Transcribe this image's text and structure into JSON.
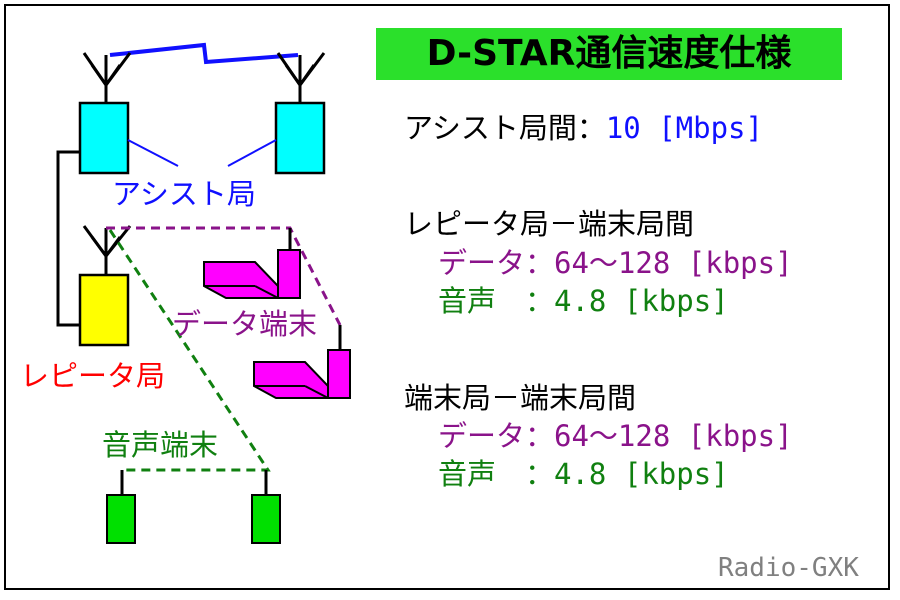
{
  "title": "D-STAR通信速度仕様",
  "labels": {
    "assist_station": "アシスト局",
    "repeater_station": "レピータ局",
    "data_terminal": "データ端末",
    "voice_terminal": "音声端末"
  },
  "specs": {
    "assist": {
      "label": "アシスト局間：",
      "value": "10 [Mbps]"
    },
    "repeater_terminal": {
      "heading": "レピータ局－端末局間",
      "data_label": "データ：",
      "data_value": "64～128 [kbps]",
      "voice_label": "音声　：",
      "voice_value": "4.8 [kbps]"
    },
    "terminal_terminal": {
      "heading": "端末局－端末局間",
      "data_label": "データ：",
      "data_value": "64～128 [kbps]",
      "voice_label": "音声　：",
      "voice_value": "4.8 [kbps]"
    }
  },
  "credit": "Radio-GXK",
  "colors": {
    "title_bg": "#2be02b",
    "assist": "#1010ff",
    "repeater": "#ff0000",
    "data": "#8a138a",
    "voice": "#108010",
    "cyan": "#00ffff",
    "yellow": "#ffff00",
    "magenta": "#ff00ff",
    "green_box": "#00e000"
  }
}
